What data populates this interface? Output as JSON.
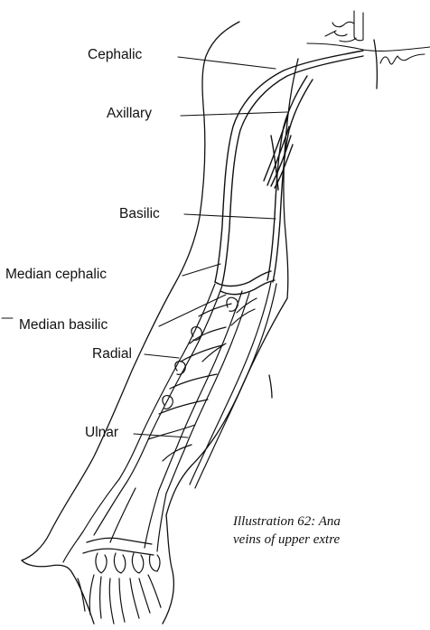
{
  "labels": {
    "cephalic": "Cephalic",
    "axillary": "Axillary",
    "basilic": "Basilic",
    "median_cephalic": "Median cephalic",
    "median_basilic": "Median basilic",
    "radial": "Radial",
    "ulnar": "Ulnar"
  },
  "caption": {
    "line1": "Illustration 62: Ana",
    "line2": "veins of upper extre"
  }
}
